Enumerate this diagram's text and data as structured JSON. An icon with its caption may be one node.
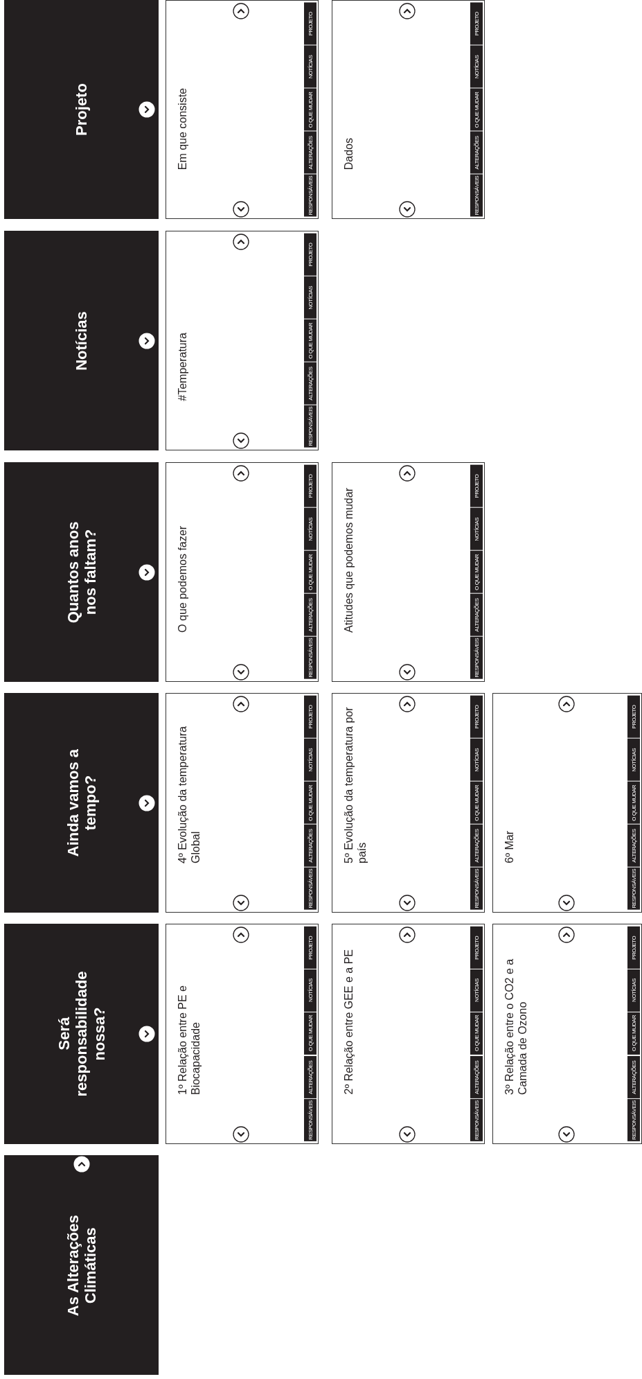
{
  "diagram": {
    "nodes": [
      {
        "text": [
          "As Alterações Climáticas"
        ]
      },
      {
        "text": [
          "Será responsabilidade nossa?"
        ]
      },
      {
        "text": [
          "1º Relação entre PE e Biocapacidade"
        ]
      },
      {
        "text": [
          "RESPONSÁVEIS"
        ],
        "in": 2
      },
      {
        "text": [
          "ALTERAÇÕES"
        ],
        "in": 2
      },
      {
        "text": [
          "O QUE MUDAR"
        ],
        "in": 2
      },
      {
        "text": [
          "NOTÍCIAS"
        ],
        "in": 2
      },
      {
        "text": [
          "PROJETO"
        ],
        "in": 2
      },
      {
        "text": [
          "2º Relação entre GEE e a PE"
        ]
      },
      {
        "text": [
          "RESPONSÁVEIS"
        ],
        "in": 8
      },
      {
        "text": [
          "ALTERAÇÕES"
        ],
        "in": 8
      },
      {
        "text": [
          "O QUE MUDAR"
        ],
        "in": 8
      },
      {
        "text": [
          "NOTÍCIAS"
        ],
        "in": 8
      },
      {
        "text": [
          "PROJETO"
        ],
        "in": 8
      },
      {
        "text": [
          "3º Relação entre o CO2 e a Camada de Ozono"
        ]
      },
      {
        "text": [
          "RESPONSÁVEIS"
        ],
        "in": 14
      },
      {
        "text": [
          "ALTERAÇÕES"
        ],
        "in": 14
      },
      {
        "text": [
          "O QUE MUDAR"
        ],
        "in": 14
      },
      {
        "text": [
          "NOTÍCIAS"
        ],
        "in": 14
      },
      {
        "text": [
          "PROJETO"
        ],
        "in": 14
      },
      {
        "text": [
          "Ainda vamos a tempo?"
        ]
      },
      {
        "text": [
          "4º Evolução da temperatura Global"
        ]
      },
      {
        "text": [
          "RESPONSÁVEIS"
        ],
        "in": 21
      },
      {
        "text": [
          "ALTERAÇÕES"
        ],
        "in": 21
      },
      {
        "text": [
          "O QUE MUDAR"
        ],
        "in": 21
      },
      {
        "text": [
          "NOTÍCIAS"
        ],
        "in": 21
      },
      {
        "text": [
          "PROJETO"
        ],
        "in": 21
      },
      {
        "text": [
          "5º Evolução da temperatura por país"
        ]
      },
      {
        "text": [
          "RESPONSÁVEIS"
        ],
        "in": 27
      },
      {
        "text": [
          "ALTERAÇÕES"
        ],
        "in": 27
      },
      {
        "text": [
          "O QUE MUDAR"
        ],
        "in": 27
      },
      {
        "text": [
          "NOTÍCIAS"
        ],
        "in": 27
      },
      {
        "text": [
          "PROJETO"
        ],
        "in": 27
      },
      {
        "text": [
          "6º Mar"
        ]
      },
      {
        "text": [
          "RESPONSÁVEIS"
        ],
        "in": 33
      },
      {
        "text": [
          "ALTERAÇÕES"
        ],
        "in": 33
      },
      {
        "text": [
          "O QUE MUDAR"
        ],
        "in": 33
      },
      {
        "text": [
          "NOTÍCIAS"
        ],
        "in": 33
      },
      {
        "text": [
          "PROJETO"
        ],
        "in": 33
      },
      {
        "text": [
          "Quantos anos nos faltam?"
        ]
      },
      {
        "text": [
          "O que podemos fazer"
        ]
      },
      {
        "text": [
          "RESPONSÁVEIS"
        ],
        "in": 40
      },
      {
        "text": [
          "ALTERAÇÕES"
        ],
        "in": 40
      },
      {
        "text": [
          "O QUE MUDAR"
        ],
        "in": 40
      },
      {
        "text": [
          "NOTÍCIAS"
        ],
        "in": 40
      },
      {
        "text": [
          "PROJETO"
        ],
        "in": 40
      },
      {
        "text": [
          "Atitudes que podemos mudar"
        ]
      },
      {
        "text": [
          "RESPONSÁVEIS"
        ],
        "in": 46
      },
      {
        "text": [
          "ALTERAÇÕES"
        ],
        "in": 46
      },
      {
        "text": [
          "O QUE MUDAR"
        ],
        "in": 46
      },
      {
        "text": [
          "NOTÍCIAS"
        ],
        "in": 46
      },
      {
        "text": [
          "PROJETO"
        ],
        "in": 46
      },
      {
        "text": [
          "Notícias"
        ]
      },
      {
        "text": [
          "#Temperatura"
        ]
      },
      {
        "text": [
          "RESPONSÁVEIS"
        ],
        "in": 53
      },
      {
        "text": [
          "ALTERAÇÕES"
        ],
        "in": 53
      },
      {
        "text": [
          "O QUE MUDAR"
        ],
        "in": 53
      },
      {
        "text": [
          "NOTÍCIAS"
        ],
        "in": 53
      },
      {
        "text": [
          "PROJETO"
        ],
        "in": 53
      },
      {
        "text": [
          "Projeto"
        ]
      },
      {
        "text": [
          "Em que consiste"
        ]
      },
      {
        "text": [
          "RESPONSÁVEIS"
        ],
        "in": 60
      },
      {
        "text": [
          "ALTERAÇÕES"
        ],
        "in": 60
      },
      {
        "text": [
          "O QUE MUDAR"
        ],
        "in": 60
      },
      {
        "text": [
          "NOTÍCIAS"
        ],
        "in": 60
      },
      {
        "text": [
          "PROJETO"
        ],
        "in": 60
      },
      {
        "text": [
          "Dados"
        ]
      },
      {
        "text": [
          "RESPONSÁVEIS"
        ],
        "in": 66
      },
      {
        "text": [
          "ALTERAÇÕES"
        ],
        "in": 66
      },
      {
        "text": [
          "O QUE MUDAR"
        ],
        "in": 66
      },
      {
        "text": [
          "NOTÍCIAS"
        ],
        "in": 66
      },
      {
        "text": [
          "PROJETO"
        ],
        "in": 66
      }
    ]
  }
}
